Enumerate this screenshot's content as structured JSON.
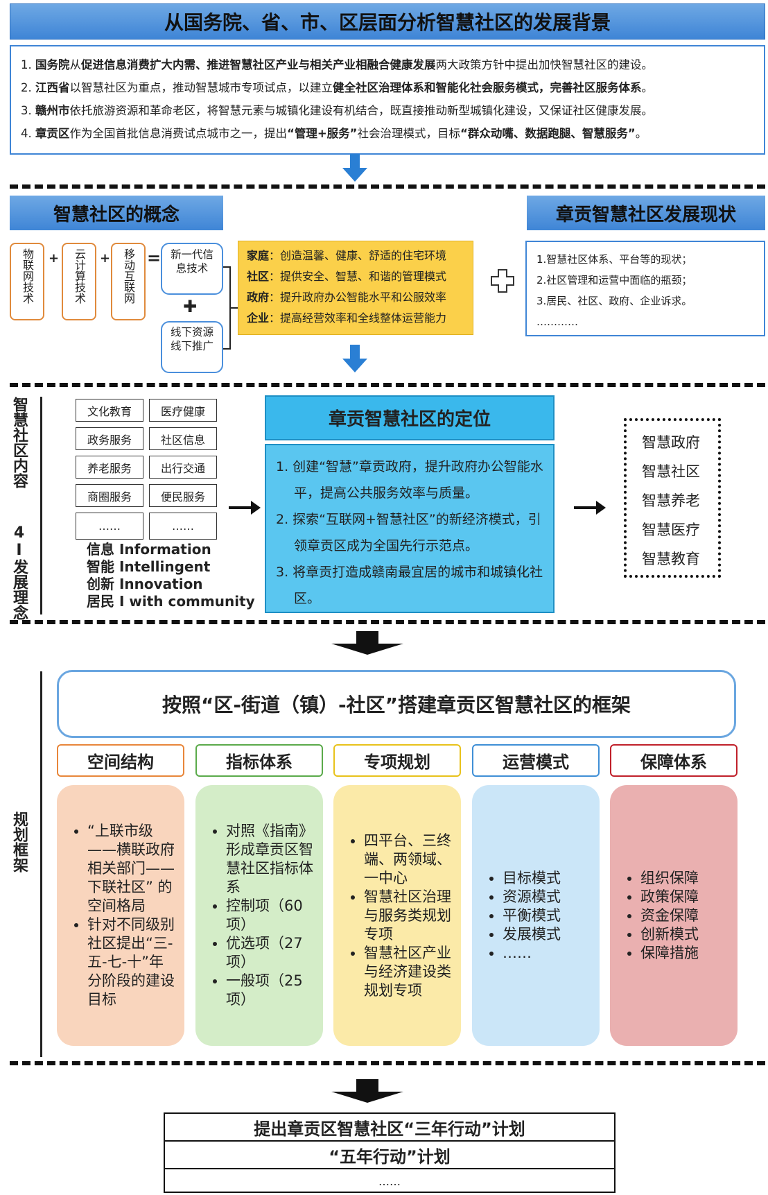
{
  "section1": {
    "title": "从国务院、省、市、区层面分析智慧社区的发展背景",
    "items": [
      {
        "num": "1.",
        "bold1": "国务院",
        "t1": "从",
        "bold2": "促进信息消费扩大内需、推进智慧社区产业与相关产业相融合健康发展",
        "t2": "两大政策方针中提出加快智慧社区的建设。"
      },
      {
        "num": "2.",
        "bold1": "江西省",
        "t1": "以智慧社区为重点，推动智慧城市专项试点，以建立",
        "bold2": "健全社区治理体系和智能化社会服务模式，完善社区服务体系",
        "t2": "。"
      },
      {
        "num": "3.",
        "bold1": "赣州市",
        "t1": "依托旅游资源和革命老区，将智慧元素与城镇化建设有机结合，既直接推动新型城镇化建设，又保证社区健康发展。",
        "bold2": "",
        "t2": ""
      },
      {
        "num": "4.",
        "bold1": "章贡区",
        "t1": "作为全国首批信息消费试点城市之一，提出",
        "bold2": "“管理+服务”",
        "t2": "社会治理模式，目标",
        "bold3": "“群众动嘴、数据跑腿、智慧服务”",
        "t3": "。"
      }
    ]
  },
  "section2": {
    "concept_title": "智慧社区的概念",
    "status_title": "章贡智慧社区发展现状",
    "tech_boxes": [
      "物联网技术",
      "云计算技术",
      "移动互联网"
    ],
    "plus": "+",
    "equals": "=",
    "result_boxes": [
      "新一代信息技术",
      "线下资源线下推广"
    ],
    "big_plus": "✚",
    "benefits": [
      {
        "who": "家庭",
        "what": "：创造温馨、健康、舒适的住宅环境"
      },
      {
        "who": "社区",
        "what": "：提供安全、智慧、和谐的管理模式"
      },
      {
        "who": "政府",
        "what": "：提升政府办公智能水平和公服效率"
      },
      {
        "who": "企业",
        "what": "：提高经营效率和全线整体运营能力"
      }
    ],
    "status_items": [
      "1.智慧社区体系、平台等的现状；",
      "2.社区管理和运营中面临的瓶颈；",
      "3.居民、社区、政府、企业诉求。",
      "…………"
    ]
  },
  "section3": {
    "side_label_top": "智慧社区内容",
    "side_label_bottom": "4I发展理念",
    "grid": [
      "文化教育",
      "医疗健康",
      "政务服务",
      "社区信息",
      "养老服务",
      "出行交通",
      "商圈服务",
      "便民服务",
      "……",
      "……"
    ],
    "concepts": [
      "信息 Information",
      "智能 Intellingent",
      "创新 Innovation",
      "居民 I with community"
    ],
    "position_title": "章贡智慧社区的定位",
    "position_items": [
      "1. 创建“智慧”章贡政府，提升政府办公智能水平，提高公共服务效率与质量。",
      "2. 探索“互联网+智慧社区”的新经济模式，引领章贡区成为全国先行示范点。",
      "3. 将章贡打造成赣南最宜居的城市和城镇化社区。"
    ],
    "outcomes": [
      "智慧政府",
      "智慧社区",
      "智慧养老",
      "智慧医疗",
      "智慧教育"
    ]
  },
  "section4": {
    "side_label": "规划框架",
    "framework_title": "按照“区-街道（镇）-社区”搭建章贡区智慧社区的框架",
    "columns": [
      {
        "title": "空间结构",
        "items": [
          "“上联市级——横联政府相关部门——下联社区” 的空间格局",
          "针对不同级别社区提出“三-五-七-十”年分阶段的建设目标"
        ],
        "head_color": "#e8863a",
        "bg": "#f9d5bd"
      },
      {
        "title": "指标体系",
        "items": [
          "对照《指南》形成章贡区智慧社区指标体系",
          "控制项（60项）",
          "优选项（27项）",
          "一般项（25项）"
        ],
        "head_color": "#5aaa4a",
        "bg": "#d4edc8"
      },
      {
        "title": "专项规划",
        "items": [
          "四平台、三终端、两领域、一中心",
          "智慧社区治理与服务类规划专项",
          "智慧社区产业与经济建设类规划专项"
        ],
        "head_color": "#e8c21a",
        "bg": "#fbeaa8"
      },
      {
        "title": "运营模式",
        "items": [
          "目标模式",
          "资源模式",
          "平衡模式",
          "发展模式",
          "……"
        ],
        "head_color": "#3f8fd6",
        "bg": "#cbe6f8"
      },
      {
        "title": "保障体系",
        "items": [
          "组织保障",
          "政策保障",
          "资金保障",
          "创新模式",
          "保障措施"
        ],
        "head_color": "#c0202a",
        "bg": "#eab0b0"
      }
    ]
  },
  "section5": {
    "plans": [
      "提出章贡区智慧社区“三年行动”计划",
      "“五年行动”计划",
      "……"
    ]
  },
  "colors": {
    "header_blue": "#4a8fdc",
    "position_blue": "#3ab8ec",
    "benefit_yellow": "#fbd04a",
    "arrow_blue": "#2a7fd4"
  }
}
